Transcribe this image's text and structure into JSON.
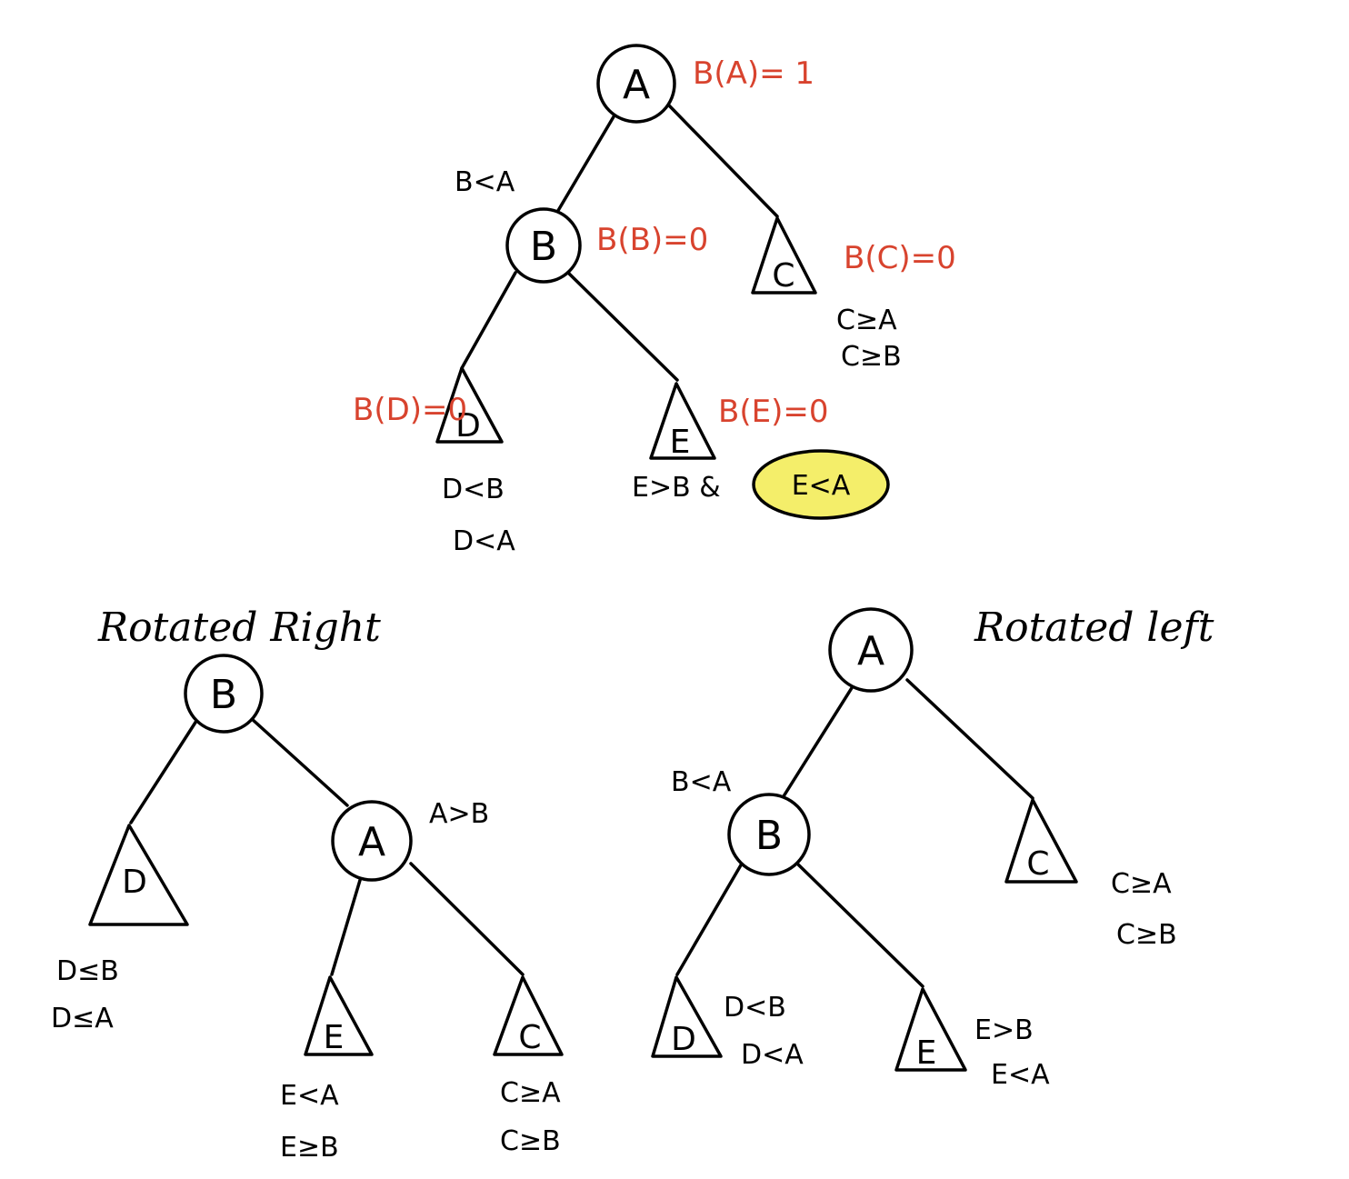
{
  "colors": {
    "ink": "#000000",
    "annotation": "#d8432e",
    "highlight": "#f4ee6a"
  },
  "top_tree": {
    "node_a": "A",
    "node_b": "B",
    "sub_c": "C",
    "sub_d": "D",
    "sub_e": "E",
    "edge_note_b": "B<A",
    "balance_a": "B(A)= 1",
    "balance_b": "B(B)=0",
    "balance_c": "B(C)=0",
    "balance_d": "B(D)=0",
    "balance_e": "B(E)=0",
    "c_notes": [
      "C≥A",
      "C≥B"
    ],
    "d_notes": [
      "D<B",
      "D<A"
    ],
    "e_note": "E>B &",
    "e_highlight": "E<A"
  },
  "right_rotation": {
    "title": "Rotated Right",
    "node_b": "B",
    "node_a": "A",
    "sub_d": "D",
    "sub_e": "E",
    "sub_c": "C",
    "edge_note_a": "A>B",
    "d_notes": [
      "D≤B",
      "D≤A"
    ],
    "e_notes": [
      "E<A",
      "E≥B"
    ],
    "c_notes": [
      "C≥A",
      "C≥B"
    ]
  },
  "left_rotation": {
    "title": "Rotated left",
    "node_a": "A",
    "node_b": "B",
    "sub_c": "C",
    "sub_d": "D",
    "sub_e": "E",
    "edge_note_b": "B<A",
    "c_notes": [
      "C≥A",
      "C≥B"
    ],
    "d_notes": [
      "D<B",
      "D<A"
    ],
    "e_notes": [
      "E>B",
      "E<A"
    ]
  }
}
